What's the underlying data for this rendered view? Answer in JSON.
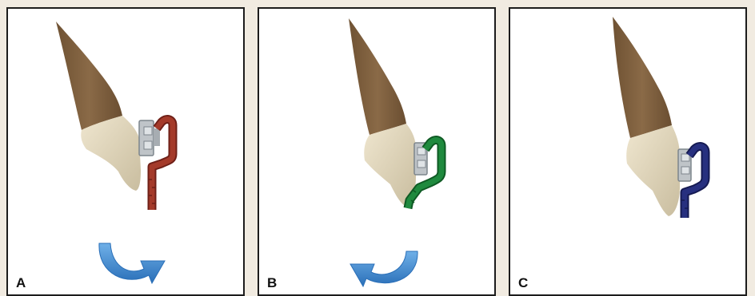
{
  "panels": [
    {
      "label": "A",
      "wire_color": "#a43a2a",
      "wire_dark": "#6f2018",
      "rotation": "clockwise"
    },
    {
      "label": "B",
      "wire_color": "#1f8a3e",
      "wire_dark": "#0f5a24",
      "rotation": "counterclockwise"
    },
    {
      "label": "C",
      "wire_color": "#27307f",
      "wire_dark": "#151a52",
      "rotation": "none"
    }
  ],
  "colors": {
    "root": "#8a6a47",
    "crown": "#ddd2b6",
    "bracket": "#bfc4c8",
    "arrow": "#3f8fd4",
    "border": "#1c1c1c"
  },
  "icons": [
    "tooth-icon",
    "bracket-icon",
    "archwire-icon",
    "rotation-arrow-icon"
  ]
}
